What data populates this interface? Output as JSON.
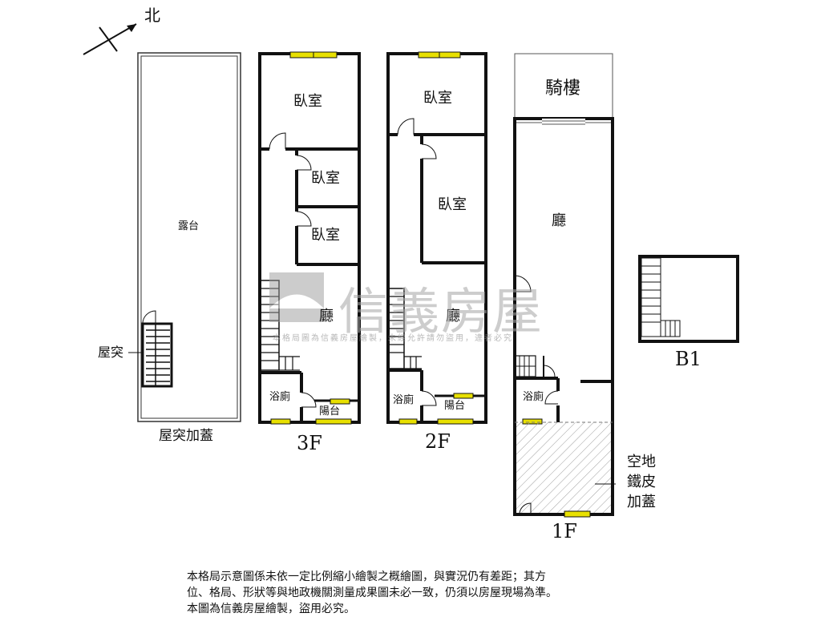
{
  "north": {
    "label": "北"
  },
  "rooftop": {
    "terrace_label": "露台",
    "stair_label": "屋突",
    "caption": "屋突加蓋"
  },
  "floor3": {
    "name": "3F",
    "bedroom1": "臥室",
    "bedroom2": "臥室",
    "bedroom3": "臥室",
    "hall": "廳",
    "bath": "浴廁",
    "balcony": "陽台"
  },
  "floor2": {
    "name": "2F",
    "bedroom1": "臥室",
    "bedroom2": "臥室",
    "hall": "廳",
    "bath": "浴廁",
    "balcony": "陽台"
  },
  "floor1": {
    "name": "1F",
    "arcade": "騎樓",
    "hall": "廳",
    "bath": "浴廁",
    "open_space": "空地",
    "iron_roof_line1": "鐵皮",
    "iron_roof_line2": "加蓋"
  },
  "basement": {
    "name": "B1"
  },
  "watermark": {
    "brand": "信義房屋",
    "notice": "本格局圖為信義房屋繪製，未經允許請勿盜用，違者必究"
  },
  "disclaimer": {
    "line1": "本格局示意圖係未依一定比例縮小繪製之概繪圖，與實況仍有差距；其方",
    "line2": "位、格局、形狀等與地政機關測量成果圖未必一致，仍須以房屋現場為準。",
    "line3": "本圖為信義房屋繪製，盜用必究。"
  },
  "colors": {
    "wall": "#111111",
    "window": "#e8e000",
    "hatch": "#9a9a9a",
    "watermark": "#a6a6a6"
  }
}
